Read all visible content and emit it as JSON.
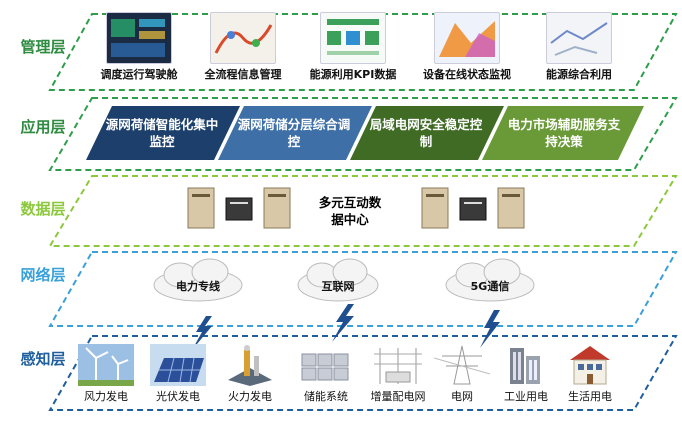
{
  "layers": [
    {
      "label": "管理层",
      "color": "#2e8b40"
    },
    {
      "label": "应用层",
      "color": "#2e8b40"
    },
    {
      "label": "数据层",
      "color": "#8cc83c"
    },
    {
      "label": "网络层",
      "color": "#3aa0d8"
    },
    {
      "label": "感知层",
      "color": "#1f5f9e"
    }
  ],
  "management": [
    {
      "label": "调度运行驾驶舱",
      "icon": "dashboard-icon"
    },
    {
      "label": "全流程信息管理",
      "icon": "map-icon"
    },
    {
      "label": "能源利用KPI数据",
      "icon": "kpi-icon"
    },
    {
      "label": "设备在线状态监视",
      "icon": "surface-chart-icon"
    },
    {
      "label": "能源综合利用",
      "icon": "map-icon"
    }
  ],
  "application": [
    {
      "label": "源网荷储智能化集中监控",
      "color": "#1d3f6b"
    },
    {
      "label": "源网荷储分层综合调控",
      "color": "#3e6fa6"
    },
    {
      "label": "局域电网安全稳定控制",
      "color": "#3f6b24"
    },
    {
      "label": "电力市场辅助服务支持决策",
      "color": "#6a9a38"
    }
  ],
  "data_center": {
    "label": "多元互动数据中心"
  },
  "network": [
    "电力专线",
    "互联网",
    "5G通信"
  ],
  "sensing": [
    "风力发电",
    "光伏发电",
    "火力发电",
    "储能系统",
    "增量配电网",
    "电网",
    "工业用电",
    "生活用电"
  ]
}
